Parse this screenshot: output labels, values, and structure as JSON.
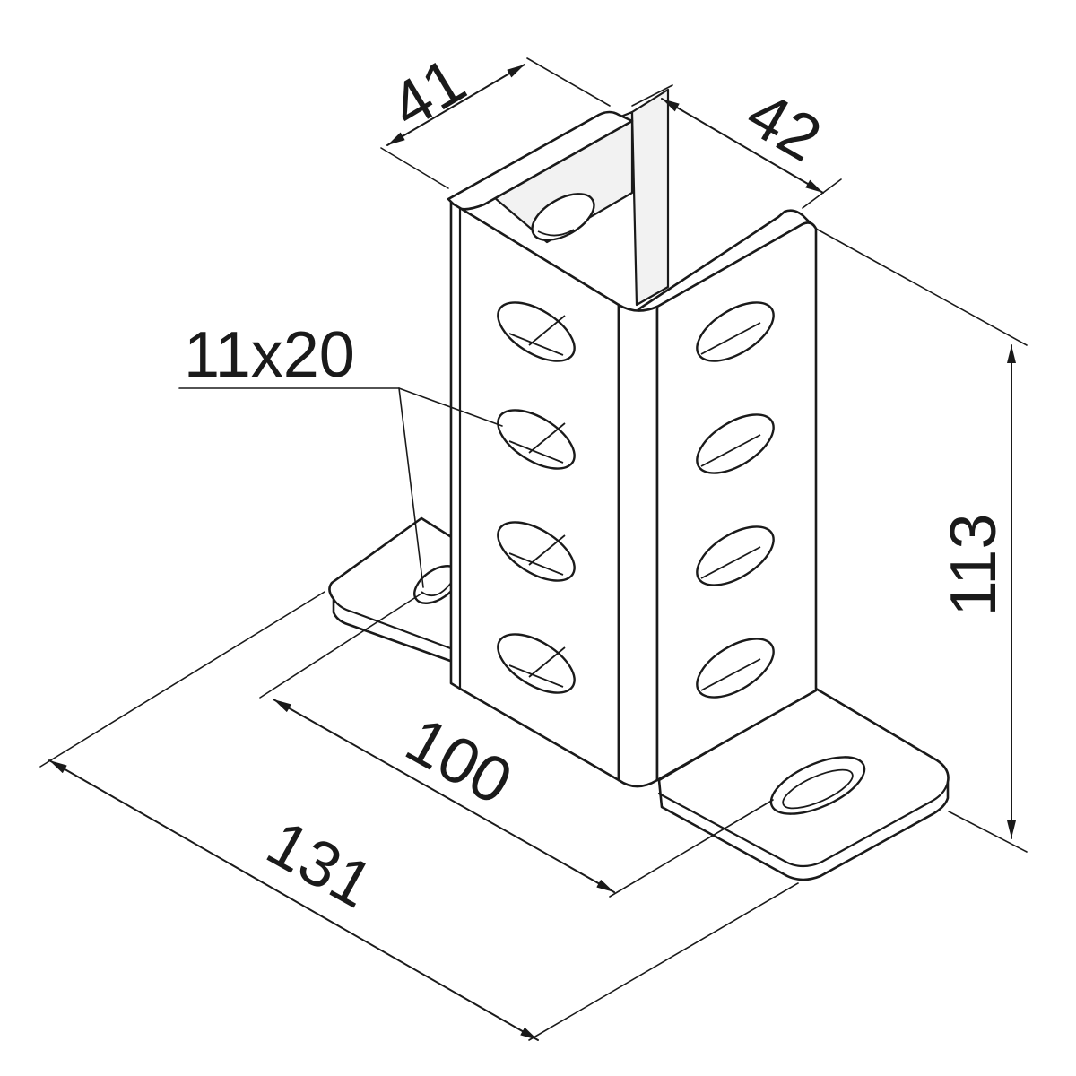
{
  "dimensions": {
    "depth_top": "41",
    "width_top": "42",
    "slot_size": "11x20",
    "height": "113",
    "hole_spacing": "100",
    "base_length": "131"
  }
}
